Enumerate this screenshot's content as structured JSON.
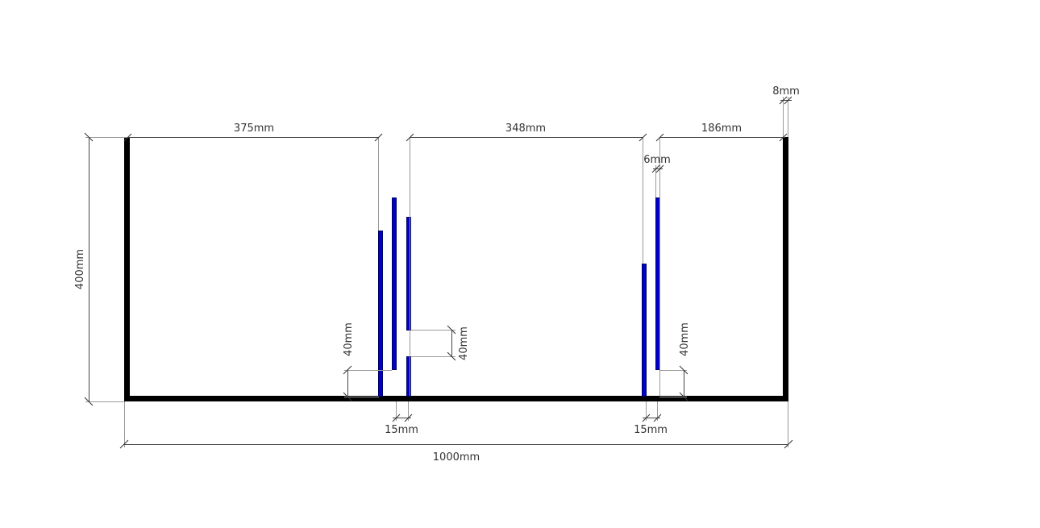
{
  "colors": {
    "frame": "#000000",
    "panel": "#0000cc",
    "panel_edge": "#000066",
    "dimension": "#444444"
  },
  "dimensions": {
    "left_section": "375mm",
    "middle_section": "348mm",
    "right_section": "186mm",
    "wall_thickness": "8mm",
    "panel_gap": "6mm",
    "height": "400mm",
    "bottom_gap_left": "40mm",
    "split_gap": "40mm",
    "bottom_gap_right": "40mm",
    "offset_left": "15mm",
    "offset_right": "15mm",
    "total_width": "1000mm"
  }
}
